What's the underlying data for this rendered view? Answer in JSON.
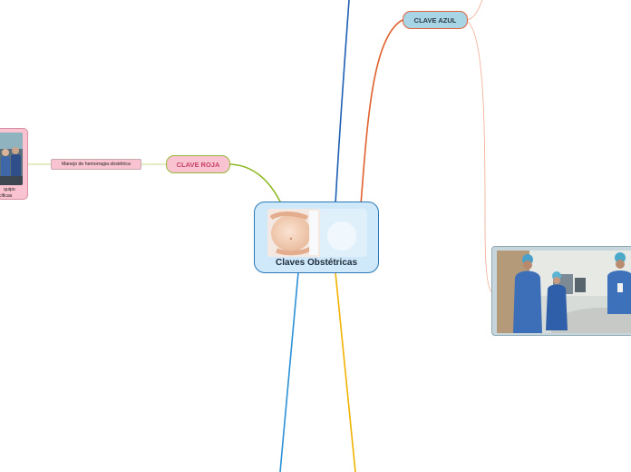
{
  "central_topic": {
    "title": "Claves Obstétricas",
    "image": "pregnant-belly-photo"
  },
  "branches": {
    "clave_roja": {
      "label": "CLAVE ROJA",
      "subtopic": "Manejo de hemorragia obstétrica",
      "partial_card": {
        "line1": "quipo",
        "line2": "ecificas",
        "image": "medical-team-photo"
      }
    },
    "clave_azul": {
      "label": "CLAVE AZUL",
      "photo": "surgical-team-photo"
    }
  },
  "colors": {
    "center_fill": "#cfe9fa",
    "center_border": "#2a78b5",
    "roja_fill": "#f9c3d1",
    "roja_line": "#8cb81e",
    "azul_fill": "#a7d5e6",
    "azul_line": "#e0602e",
    "top_line": "#1e5fb3",
    "bottom_blue_line": "#2a90d8",
    "bottom_yellow_line": "#f2b200"
  }
}
